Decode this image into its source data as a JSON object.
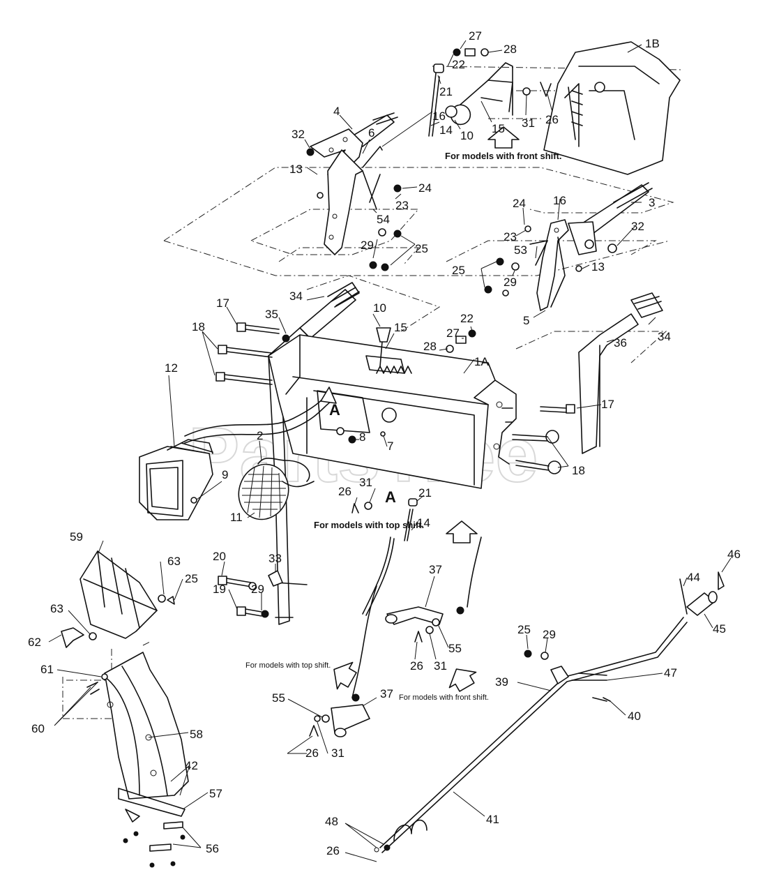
{
  "watermark": "PartsTree",
  "notes": {
    "front_shift_upper": "For models with front shift.",
    "top_shift_middle": "For models with top shift.",
    "top_shift_lower": "For models with top shift.",
    "front_shift_lower": "For models with front shift."
  },
  "callouts": [
    {
      "id": "c-27",
      "text": "27"
    },
    {
      "id": "c-28",
      "text": "28"
    },
    {
      "id": "c-22a",
      "text": "22"
    },
    {
      "id": "c-1b",
      "text": "1B"
    },
    {
      "id": "c-21a",
      "text": "21"
    },
    {
      "id": "c-14a",
      "text": "14"
    },
    {
      "id": "c-10a",
      "text": "10"
    },
    {
      "id": "c-15a",
      "text": "15"
    },
    {
      "id": "c-31a",
      "text": "31"
    },
    {
      "id": "c-26a",
      "text": "26"
    },
    {
      "id": "c-4",
      "text": "4"
    },
    {
      "id": "c-32a",
      "text": "32"
    },
    {
      "id": "c-6",
      "text": "6"
    },
    {
      "id": "c-16a",
      "text": "16"
    },
    {
      "id": "c-13a",
      "text": "13"
    },
    {
      "id": "c-24a",
      "text": "24"
    },
    {
      "id": "c-23a",
      "text": "23"
    },
    {
      "id": "c-54",
      "text": "54"
    },
    {
      "id": "c-29a",
      "text": "29"
    },
    {
      "id": "c-25a",
      "text": "25"
    },
    {
      "id": "c-24b",
      "text": "24"
    },
    {
      "id": "c-16b",
      "text": "16"
    },
    {
      "id": "c-3",
      "text": "3"
    },
    {
      "id": "c-23b",
      "text": "23"
    },
    {
      "id": "c-32b",
      "text": "32"
    },
    {
      "id": "c-53",
      "text": "53"
    },
    {
      "id": "c-25b",
      "text": "25"
    },
    {
      "id": "c-29b",
      "text": "29"
    },
    {
      "id": "c-13b",
      "text": "13"
    },
    {
      "id": "c-5",
      "text": "5"
    },
    {
      "id": "c-34a",
      "text": "34"
    },
    {
      "id": "c-35",
      "text": "35"
    },
    {
      "id": "c-10b",
      "text": "10"
    },
    {
      "id": "c-15b",
      "text": "15"
    },
    {
      "id": "c-22b",
      "text": "22"
    },
    {
      "id": "c-27b",
      "text": "27"
    },
    {
      "id": "c-17a",
      "text": "17"
    },
    {
      "id": "c-18a",
      "text": "18"
    },
    {
      "id": "c-28b",
      "text": "28"
    },
    {
      "id": "c-1a",
      "text": "1A"
    },
    {
      "id": "c-36",
      "text": "36"
    },
    {
      "id": "c-34b",
      "text": "34"
    },
    {
      "id": "c-12",
      "text": "12"
    },
    {
      "id": "c-a1",
      "text": "A"
    },
    {
      "id": "c-8",
      "text": "8"
    },
    {
      "id": "c-7",
      "text": "7"
    },
    {
      "id": "c-17b",
      "text": "17"
    },
    {
      "id": "c-2",
      "text": "2"
    },
    {
      "id": "c-9",
      "text": "9"
    },
    {
      "id": "c-18b",
      "text": "18"
    },
    {
      "id": "c-26b",
      "text": "26"
    },
    {
      "id": "c-31b",
      "text": "31"
    },
    {
      "id": "c-a2",
      "text": "A"
    },
    {
      "id": "c-21b",
      "text": "21"
    },
    {
      "id": "c-11",
      "text": "11"
    },
    {
      "id": "c-14b",
      "text": "14"
    },
    {
      "id": "c-59",
      "text": "59"
    },
    {
      "id": "c-63a",
      "text": "63"
    },
    {
      "id": "c-25c",
      "text": "25"
    },
    {
      "id": "c-20",
      "text": "20"
    },
    {
      "id": "c-33",
      "text": "33"
    },
    {
      "id": "c-29c",
      "text": "29"
    },
    {
      "id": "c-19",
      "text": "19"
    },
    {
      "id": "c-63b",
      "text": "63"
    },
    {
      "id": "c-62",
      "text": "62"
    },
    {
      "id": "c-61",
      "text": "61"
    },
    {
      "id": "c-60",
      "text": "60"
    },
    {
      "id": "c-58",
      "text": "58"
    },
    {
      "id": "c-42",
      "text": "42"
    },
    {
      "id": "c-57",
      "text": "57"
    },
    {
      "id": "c-56",
      "text": "56"
    },
    {
      "id": "c-37a",
      "text": "37"
    },
    {
      "id": "c-55a",
      "text": "55"
    },
    {
      "id": "c-26c",
      "text": "26"
    },
    {
      "id": "c-31c",
      "text": "31"
    },
    {
      "id": "c-55b",
      "text": "55"
    },
    {
      "id": "c-37b",
      "text": "37"
    },
    {
      "id": "c-26d",
      "text": "26"
    },
    {
      "id": "c-31d",
      "text": "31"
    },
    {
      "id": "c-46",
      "text": "46"
    },
    {
      "id": "c-44",
      "text": "44"
    },
    {
      "id": "c-45",
      "text": "45"
    },
    {
      "id": "c-25d",
      "text": "25"
    },
    {
      "id": "c-29d",
      "text": "29"
    },
    {
      "id": "c-47",
      "text": "47"
    },
    {
      "id": "c-39",
      "text": "39"
    },
    {
      "id": "c-40",
      "text": "40"
    },
    {
      "id": "c-41",
      "text": "41"
    },
    {
      "id": "c-48",
      "text": "48"
    },
    {
      "id": "c-26e",
      "text": "26"
    }
  ]
}
